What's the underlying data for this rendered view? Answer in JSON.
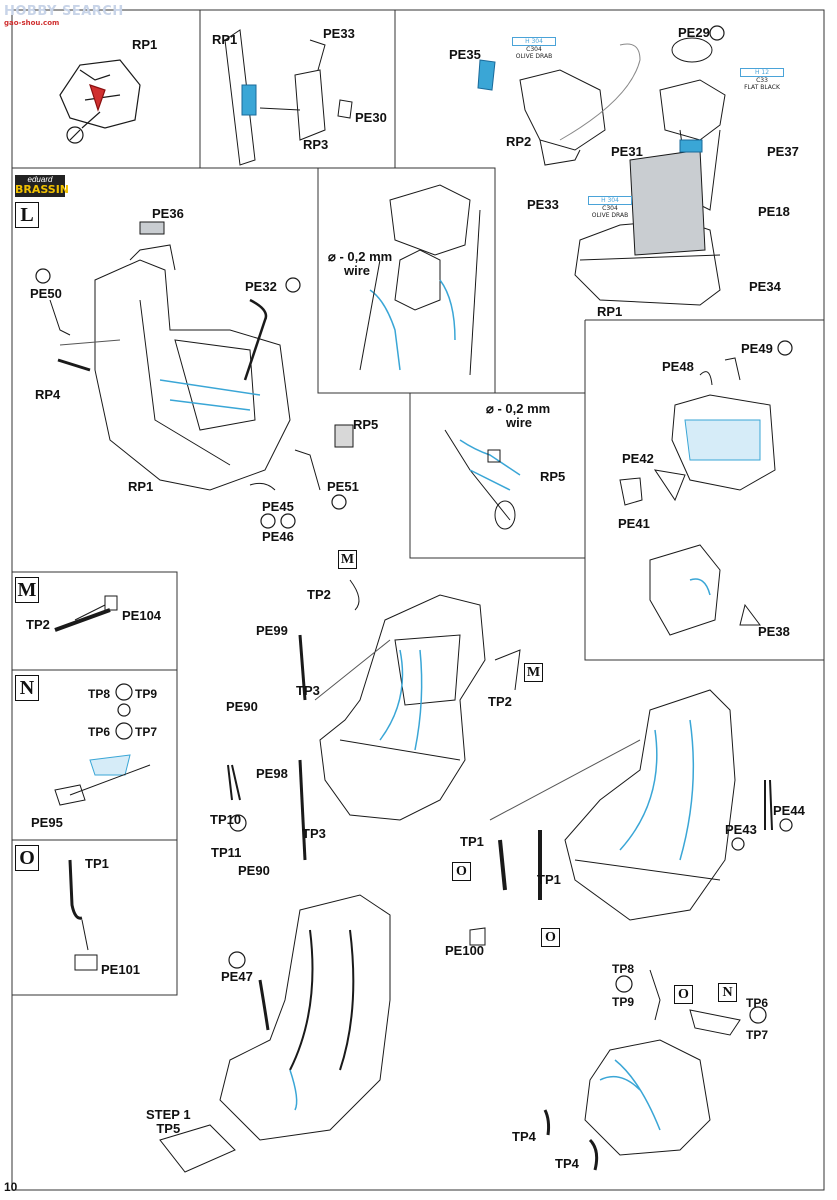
{
  "watermark": {
    "text": "HOBBY SEARCH",
    "url": "gao-shou.com"
  },
  "brand": {
    "line1": "eduard",
    "line2": "BRASSIN"
  },
  "page_number": "10",
  "steps": {
    "L": "L",
    "M": "M",
    "N": "N",
    "O": "O"
  },
  "wire_note": {
    "line1": "⌀ - 0,2 mm",
    "line2": "wire"
  },
  "paints": {
    "h304_a": {
      "code": "H 304",
      "code2": "C304",
      "name": "OLIVE DRAB"
    },
    "h12": {
      "code": "H 12",
      "code2": "C33",
      "name": "FLAT BLACK"
    },
    "h304_b": {
      "code": "H 304",
      "code2": "C304",
      "name": "OLIVE DRAB"
    }
  },
  "step1": {
    "line1": "STEP 1",
    "line2": "TP5"
  },
  "labels": {
    "rp1_a": "RP1",
    "rp1_b": "RP1",
    "pe33_a": "PE33",
    "pe30": "PE30",
    "rp3": "RP3",
    "pe35": "PE35",
    "pe29": "PE29",
    "rp2": "RP2",
    "pe31": "PE31",
    "pe37": "PE37",
    "pe33_b": "PE33",
    "pe18": "PE18",
    "rp1_c": "RP1",
    "pe34": "PE34",
    "pe36": "PE36",
    "pe50": "PE50",
    "pe32": "PE32",
    "rp4": "RP4",
    "rp1_d": "RP1",
    "rp5_a": "RP5",
    "pe51": "PE51",
    "pe45": "PE45",
    "pe46": "PE46",
    "rp5_b": "RP5",
    "pe48": "PE48",
    "pe49": "PE49",
    "pe42": "PE42",
    "pe41": "PE41",
    "pe38": "PE38",
    "tp2_a": "TP2",
    "pe104": "PE104",
    "tp8_a": "TP8",
    "tp9_a": "TP9",
    "tp6_a": "TP6",
    "tp7_a": "TP7",
    "pe95": "PE95",
    "tp1_a": "TP1",
    "pe101": "PE101",
    "tp2_b": "TP2",
    "pe99": "PE99",
    "tp3_a": "TP3",
    "pe90_a": "PE90",
    "tp2_c": "TP2",
    "pe98": "PE98",
    "tp10": "TP10",
    "tp11": "TP11",
    "tp3_b": "TP3",
    "pe90_b": "PE90",
    "tp1_b": "TP1",
    "tp1_c": "TP1",
    "pe100": "PE100",
    "pe43": "PE43",
    "pe44": "PE44",
    "pe47": "PE47",
    "tp8_b": "TP8",
    "tp9_b": "TP9",
    "tp6_b": "TP6",
    "tp7_b": "TP7",
    "tp4_a": "TP4",
    "tp4_b": "TP4"
  },
  "colors": {
    "wire": "#3aa6d6",
    "line": "#1a1a1a",
    "frame": "#333333"
  }
}
